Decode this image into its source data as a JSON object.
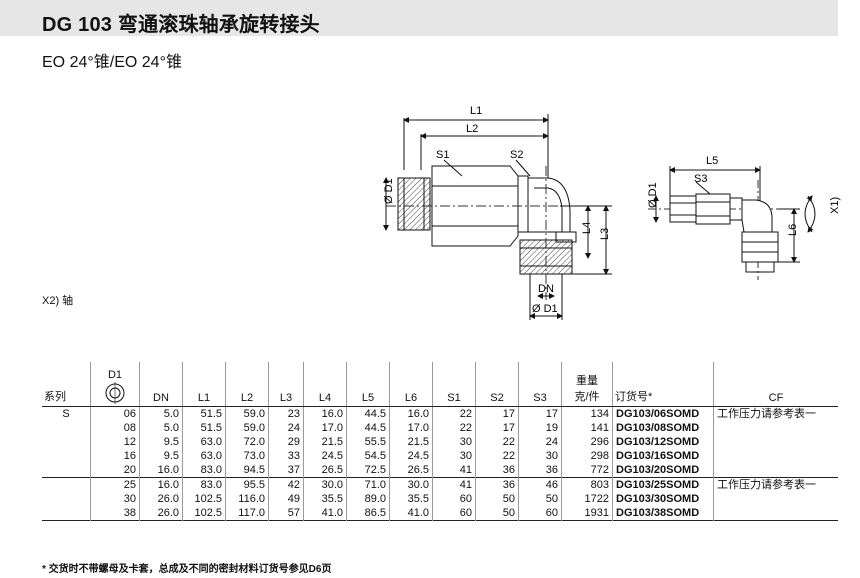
{
  "header": {
    "title": "DG 103  弯通滚珠轴承旋转接头",
    "subtitle": "EO 24°锥/EO 24°锥"
  },
  "drawing": {
    "labels": {
      "l1": "L1",
      "l2": "L2",
      "s1": "S1",
      "s2": "S2",
      "d1_left": "Ø D1",
      "l4": "L4",
      "l3": "L3",
      "dn": "DN",
      "d1_bottom": "Ø D1",
      "l5": "L5",
      "s3": "S3",
      "d1_right": "Ø D1",
      "l6": "L6",
      "x1": "X1)"
    },
    "note": "X2) 轴"
  },
  "table": {
    "headers": {
      "series": "系列",
      "d1": "D1",
      "dn": "DN",
      "l1": "L1",
      "l2": "L2",
      "l3": "L3",
      "l4": "L4",
      "l5": "L5",
      "l6": "L6",
      "s1": "S1",
      "s2": "S2",
      "s3": "S3",
      "weight_line1": "重量",
      "weight_line2": "克/件",
      "order": "订货号*",
      "cf": "CF"
    },
    "groups": [
      {
        "series": "S",
        "cf": "工作压力请参考表一",
        "rows": [
          {
            "d1": "06",
            "dn": "5.0",
            "l1": "51.5",
            "l2": "59.0",
            "l3": "23",
            "l4": "16.0",
            "l5": "44.5",
            "l6": "16.0",
            "s1": "22",
            "s2": "17",
            "s3": "17",
            "weight": "134",
            "order": "DG103/06SOMD"
          },
          {
            "d1": "08",
            "dn": "5.0",
            "l1": "51.5",
            "l2": "59.0",
            "l3": "24",
            "l4": "17.0",
            "l5": "44.5",
            "l6": "17.0",
            "s1": "22",
            "s2": "17",
            "s3": "19",
            "weight": "141",
            "order": "DG103/08SOMD"
          },
          {
            "d1": "12",
            "dn": "9.5",
            "l1": "63.0",
            "l2": "72.0",
            "l3": "29",
            "l4": "21.5",
            "l5": "55.5",
            "l6": "21.5",
            "s1": "30",
            "s2": "22",
            "s3": "24",
            "weight": "296",
            "order": "DG103/12SOMD"
          },
          {
            "d1": "16",
            "dn": "9.5",
            "l1": "63.0",
            "l2": "73.0",
            "l3": "33",
            "l4": "24.5",
            "l5": "54.5",
            "l6": "24.5",
            "s1": "30",
            "s2": "22",
            "s3": "30",
            "weight": "298",
            "order": "DG103/16SOMD"
          },
          {
            "d1": "20",
            "dn": "16.0",
            "l1": "83.0",
            "l2": "94.5",
            "l3": "37",
            "l4": "26.5",
            "l5": "72.5",
            "l6": "26.5",
            "s1": "41",
            "s2": "36",
            "s3": "36",
            "weight": "772",
            "order": "DG103/20SOMD"
          }
        ]
      },
      {
        "series": "",
        "cf": "工作压力请参考表一",
        "rows": [
          {
            "d1": "25",
            "dn": "16.0",
            "l1": "83.0",
            "l2": "95.5",
            "l3": "42",
            "l4": "30.0",
            "l5": "71.0",
            "l6": "30.0",
            "s1": "41",
            "s2": "36",
            "s3": "46",
            "weight": "803",
            "order": "DG103/25SOMD"
          },
          {
            "d1": "30",
            "dn": "26.0",
            "l1": "102.5",
            "l2": "116.0",
            "l3": "49",
            "l4": "35.5",
            "l5": "89.0",
            "l6": "35.5",
            "s1": "60",
            "s2": "50",
            "s3": "50",
            "weight": "1722",
            "order": "DG103/30SOMD"
          },
          {
            "d1": "38",
            "dn": "26.0",
            "l1": "102.5",
            "l2": "117.0",
            "l3": "57",
            "l4": "41.0",
            "l5": "86.5",
            "l6": "41.0",
            "s1": "60",
            "s2": "50",
            "s3": "60",
            "weight": "1931",
            "order": "DG103/38SOMD"
          }
        ]
      }
    ]
  },
  "footnote": "* 交货时不带螺母及卡套，总成及不同的密封材料订货号参见D6页"
}
